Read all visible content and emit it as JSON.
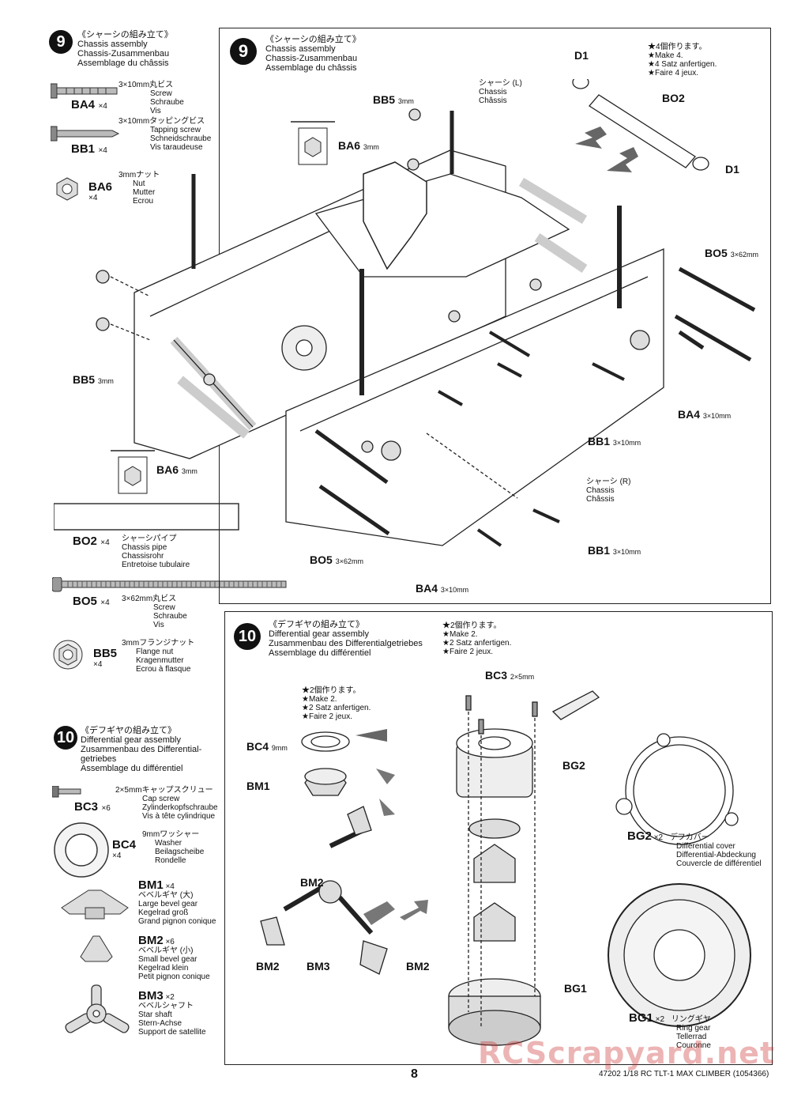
{
  "step9_left": {
    "number": "9",
    "title_jp": "《シャーシの組み立て》",
    "title_en": "Chassis assembly",
    "title_de": "Chassis-Zusammenbau",
    "title_fr": "Assemblage du châssis"
  },
  "parts_left": [
    {
      "code": "BA4",
      "mult": "×4",
      "jp": "3×10mm丸ビス",
      "en": "Screw",
      "de": "Schraube",
      "fr": "Vis"
    },
    {
      "code": "BB1",
      "mult": "×4",
      "jp": "3×10mmタッピングビス",
      "en": "Tapping screw",
      "de": "Schneidschraube",
      "fr": "Vis taraudeuse"
    },
    {
      "code": "BA6",
      "mult": "×4",
      "jp": "3mmナット",
      "en": "Nut",
      "de": "Mutter",
      "fr": "Ecrou"
    },
    {
      "code": "BO2",
      "mult": "×4",
      "jp": "シャーシパイプ",
      "en": "Chassis pipe",
      "de": "Chassisrohr",
      "fr": "Entretoise tubulaire"
    },
    {
      "code": "BO5",
      "mult": "×4",
      "jp": "3×62mm丸ビス",
      "en": "Screw",
      "de": "Schraube",
      "fr": "Vis"
    },
    {
      "code": "BB5",
      "mult": "×4",
      "jp": "3mmフランジナット",
      "en": "Flange nut",
      "de": "Kragenmutter",
      "fr": "Ecrou à flasque"
    }
  ],
  "step9_main": {
    "number": "9",
    "title_jp": "《シャーシの組み立て》",
    "title_en": "Chassis assembly",
    "title_de": "Chassis-Zusammenbau",
    "title_fr": "Assemblage du châssis",
    "make_jp": "★4個作ります。",
    "make_en": "★Make 4.",
    "make_de": "★4 Satz anfertigen.",
    "make_fr": "★Faire 4 jeux.",
    "labels": {
      "d1_top": "D1",
      "bo2": "BO2",
      "d1_bottom": "D1",
      "bb5_top": "BB5",
      "bb5_top_size": "3mm",
      "ba6_top": "BA6",
      "ba6_top_size": "3mm",
      "chassis_l_jp": "シャーシ (L)",
      "chassis_l_en": "Chassis",
      "chassis_l_fr": "Châssis",
      "bo5_right": "BO5",
      "bo5_right_size": "3×62mm",
      "bb5_left": "BB5",
      "bb5_left_size": "3mm",
      "ba4_right": "BA4",
      "ba4_right_size": "3×10mm",
      "bb1_mid": "BB1",
      "bb1_mid_size": "3×10mm",
      "ba6_bottom": "BA6",
      "ba6_bottom_size": "3mm",
      "chassis_r_jp": "シャーシ (R)",
      "chassis_r_en": "Chassis",
      "chassis_r_fr": "Châssis",
      "bb1_bottom": "BB1",
      "bb1_bottom_size": "3×10mm",
      "bo5_bottom": "BO5",
      "bo5_bottom_size": "3×62mm",
      "ba4_bottom": "BA4",
      "ba4_bottom_size": "3×10mm"
    }
  },
  "step10_left": {
    "number": "10",
    "title_jp": "《デフギヤの組み立て》",
    "title_en": "Differential gear assembly",
    "title_de": "Zusammenbau des Differential-getriebes",
    "title_fr": "Assemblage du différentiel"
  },
  "parts_left10": [
    {
      "code": "BC3",
      "mult": "×6",
      "jp": "2×5mmキャップスクリュー",
      "en": "Cap screw",
      "de": "Zylinderkopfschraube",
      "fr": "Vis à tête cylindrique"
    },
    {
      "code": "BC4",
      "mult": "×4",
      "jp": "9mmワッシャー",
      "en": "Washer",
      "de": "Beilagscheibe",
      "fr": "Rondelle"
    },
    {
      "code": "BM1",
      "mult": "×4",
      "jp": "ベベルギヤ (大)",
      "en": "Large bevel gear",
      "de": "Kegelrad groß",
      "fr": "Grand pignon conique"
    },
    {
      "code": "BM2",
      "mult": "×6",
      "jp": "ベベルギヤ (小)",
      "en": "Small bevel gear",
      "de": "Kegelrad klein",
      "fr": "Petit pignon conique"
    },
    {
      "code": "BM3",
      "mult": "×2",
      "jp": "ベベルシャフト",
      "en": "Star shaft",
      "de": "Stern-Achse",
      "fr": "Support de satellite"
    }
  ],
  "step10_main": {
    "number": "10",
    "title_jp": "《デフギヤの組み立て》",
    "title_en": "Differential gear assembly",
    "title_de": "Zusammenbau des Differentialgetriebes",
    "title_fr": "Assemblage du différentiel",
    "make_jp": "★2個作ります。",
    "make_en": "★Make 2.",
    "make_de": "★2 Satz anfertigen.",
    "make_fr": "★Faire 2 jeux.",
    "inner_make_jp": "★2個作ります。",
    "inner_make_en": "★Make 2.",
    "inner_make_de": "★2 Satz anfertigen.",
    "inner_make_fr": "★Faire 2 jeux.",
    "labels": {
      "bc3": "BC3",
      "bc3_size": "2×5mm",
      "bc4": "BC4",
      "bc4_size": "9mm",
      "bm1": "BM1",
      "bg2": "BG2",
      "bm2_top": "BM2",
      "bm2_left": "BM2",
      "bm3": "BM3",
      "bm2_right": "BM2",
      "bg1": "BG1"
    },
    "bg2_part": {
      "code": "BG2",
      "mult": "×2",
      "jp": "デフカバー",
      "en": "Differential cover",
      "de": "Differential-Abdeckung",
      "fr": "Couvercle de différentiel"
    },
    "bg1_part": {
      "code": "BG1",
      "mult": "×2",
      "jp": "リングギヤ",
      "en": "Ring gear",
      "de": "Tellerrad",
      "fr": "Couronne"
    }
  },
  "footer": {
    "page": "8",
    "model": "47202 1/18 RC TLT-1 MAX CLIMBER (1054366)",
    "watermark": "RCScrapyard.net"
  }
}
